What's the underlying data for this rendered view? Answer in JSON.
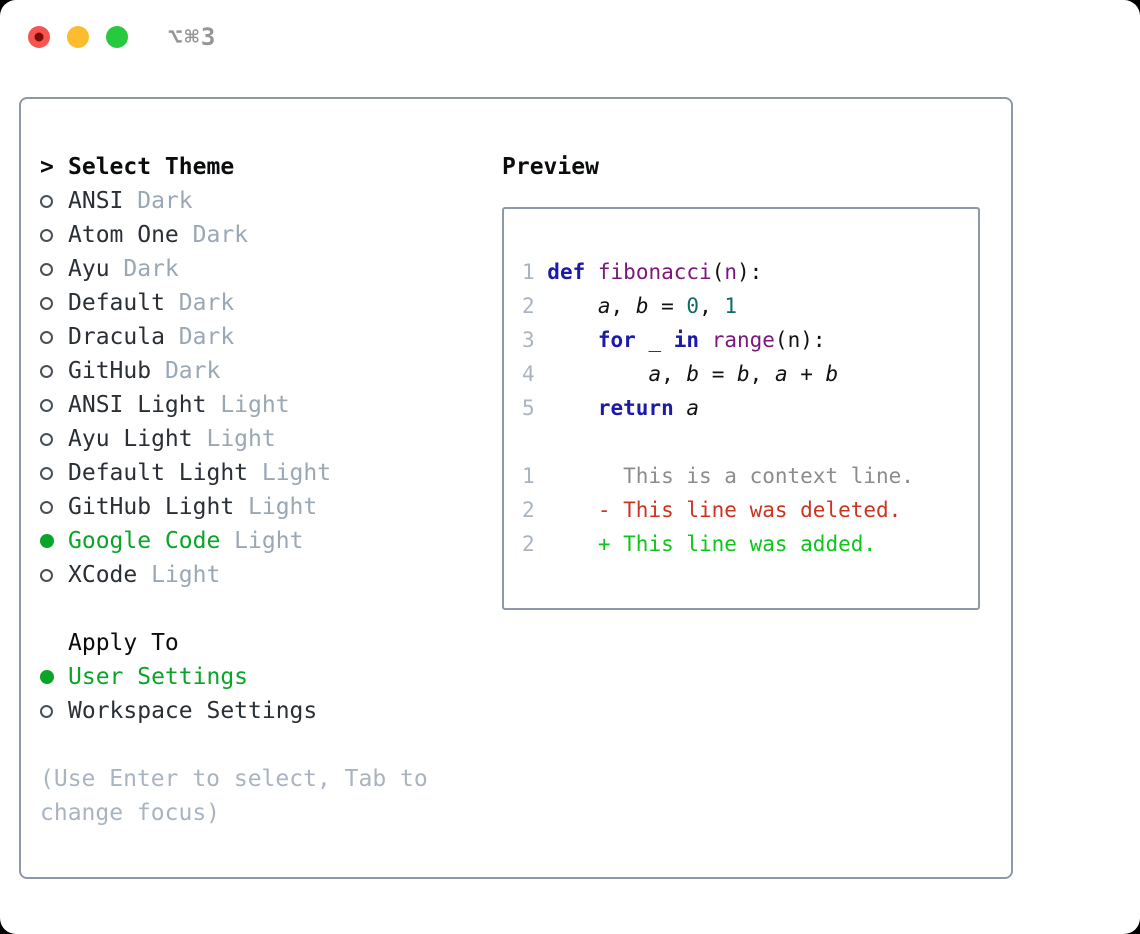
{
  "window": {
    "title": "⌥⌘3",
    "buttons": [
      {
        "name": "close",
        "color": "#f5554e",
        "dot": "#7d0b06"
      },
      {
        "name": "minimize",
        "color": "#fdbc2e"
      },
      {
        "name": "zoom",
        "color": "#27c93f"
      }
    ]
  },
  "theme_list": {
    "header_prefix": ">",
    "header": "Select Theme",
    "items": [
      {
        "name": "ANSI",
        "variant": "Dark",
        "selected": false
      },
      {
        "name": "Atom One",
        "variant": "Dark",
        "selected": false
      },
      {
        "name": "Ayu",
        "variant": "Dark",
        "selected": false
      },
      {
        "name": "Default",
        "variant": "Dark",
        "selected": false
      },
      {
        "name": "Dracula",
        "variant": "Dark",
        "selected": false
      },
      {
        "name": "GitHub",
        "variant": "Dark",
        "selected": false
      },
      {
        "name": "ANSI Light",
        "variant": "Light",
        "selected": false
      },
      {
        "name": "Ayu Light",
        "variant": "Light",
        "selected": false
      },
      {
        "name": "Default Light",
        "variant": "Light",
        "selected": false
      },
      {
        "name": "GitHub Light",
        "variant": "Light",
        "selected": false
      },
      {
        "name": "Google Code",
        "variant": "Light",
        "selected": true
      },
      {
        "name": "XCode",
        "variant": "Light",
        "selected": false
      }
    ]
  },
  "apply_to": {
    "header": "Apply To",
    "options": [
      {
        "name": "User Settings",
        "selected": true
      },
      {
        "name": "Workspace Settings",
        "selected": false
      }
    ]
  },
  "hint": "(Use Enter to select, Tab to change focus)",
  "preview": {
    "header": "Preview",
    "code_lines": [
      {
        "no": "1",
        "tokens": [
          [
            "kw",
            "def"
          ],
          [
            "pl",
            " "
          ],
          [
            "fn",
            "fibonacci"
          ],
          [
            "pl",
            "("
          ],
          [
            "fn",
            "n"
          ],
          [
            "pl",
            "):"
          ]
        ]
      },
      {
        "no": "2",
        "tokens": [
          [
            "pl",
            "    "
          ],
          [
            "va",
            "a"
          ],
          [
            "pl",
            ", "
          ],
          [
            "va",
            "b"
          ],
          [
            "pl",
            " = "
          ],
          [
            "nu",
            "0"
          ],
          [
            "pl",
            ", "
          ],
          [
            "nu",
            "1"
          ]
        ]
      },
      {
        "no": "3",
        "tokens": [
          [
            "pl",
            "    "
          ],
          [
            "kw",
            "for"
          ],
          [
            "pl",
            " _ "
          ],
          [
            "kw",
            "in"
          ],
          [
            "pl",
            " "
          ],
          [
            "fn",
            "range"
          ],
          [
            "pl",
            "(n):"
          ]
        ]
      },
      {
        "no": "4",
        "tokens": [
          [
            "pl",
            "        "
          ],
          [
            "va",
            "a"
          ],
          [
            "pl",
            ", "
          ],
          [
            "va",
            "b"
          ],
          [
            "pl",
            " = "
          ],
          [
            "va",
            "b"
          ],
          [
            "pl",
            ", "
          ],
          [
            "va",
            "a"
          ],
          [
            "pl",
            " + "
          ],
          [
            "va",
            "b"
          ]
        ]
      },
      {
        "no": "5",
        "tokens": [
          [
            "pl",
            "    "
          ],
          [
            "kw",
            "return"
          ],
          [
            "pl",
            " "
          ],
          [
            "va",
            "a"
          ]
        ]
      },
      {
        "no": "",
        "tokens": []
      },
      {
        "no": "1",
        "tokens": [
          [
            "ctx",
            "      This is a context line."
          ]
        ]
      },
      {
        "no": "2",
        "tokens": [
          [
            "del",
            "    - This line was deleted."
          ]
        ]
      },
      {
        "no": "2",
        "tokens": [
          [
            "add",
            "    + This line was added."
          ]
        ]
      }
    ]
  },
  "colors": {
    "accent_green": "#0aa428",
    "added_green": "#0cc61a",
    "deleted_red": "#ce3321",
    "keyword_blue": "#1c1aa9",
    "function_purple": "#7d157d",
    "number_teal": "#0f6b6b",
    "line_number_gray": "#a9b4c0",
    "context_gray": "#8c8c8c",
    "text_dark": "#2a2f36",
    "variant_tag_gray": "#9aa7b4",
    "hint_gray": "#a9b4c0",
    "panel_border": "#8e99a8",
    "title_gray": "#969696"
  }
}
